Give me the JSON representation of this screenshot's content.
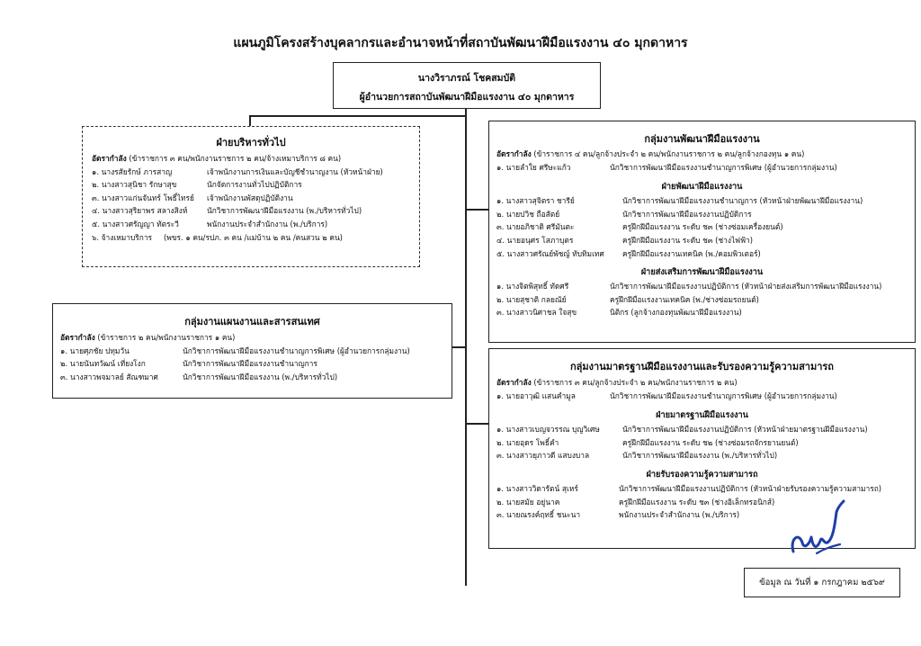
{
  "title": "แผนภูมิโครงสร้างบุคลากรและอำนาจหน้าที่สถาบันพัฒนาฝีมือแรงงาน ๔๐ มุกดาหาร",
  "director": {
    "name": "นางวิราภรณ์  โชคสมบัติ",
    "position": "ผู้อำนวยการสถาบันพัฒนาฝีมือแรงงาน ๔๐ มุกดาหาร"
  },
  "admin": {
    "head": "ฝ่ายบริหารทั่วไป",
    "strength_label": "อัตรากำลัง",
    "strength": "(ข้าราชการ ๓ คน/พนักงานราชการ ๒ คน/จ้างเหมาบริการ ๘ คน)",
    "members": [
      {
        "name": "๑. นางรสัยรักษ์  ภารสาญ",
        "pos": "เจ้าพนักงานการเงินและบัญชีชำนาญงาน (หัวหน้าฝ่าย)"
      },
      {
        "name": "๒. นางสาวสุนิชา  รักษาสุข",
        "pos": "นักจัดการงานทั่วไปปฏิบัติการ"
      },
      {
        "name": "๓. นางสาวแก่นจันทร์  โพธิ์ไทรย์",
        "pos": "เจ้าพนักงานพัสดุปฏิบัติงาน"
      },
      {
        "name": "๔. นางสาวสุริยาพร  สลางสิงห์",
        "pos": "นักวิชาการพัฒนาฝีมือแรงงาน (พ./บริหารทั่วไป)"
      },
      {
        "name": "๕. นางสาวศรัญญา  ทัตระวี",
        "pos": "พนักงานประจำสำนักงาน (พ./บริการ)"
      },
      {
        "name": "๖. จ้างเหมาบริการ",
        "pos": "(พขร. ๑ คน/รปภ. ๓ คน /แม่บ้าน ๒ คน /คนสวน ๒ คน)"
      }
    ]
  },
  "plan": {
    "head": "กลุ่มงานแผนงานและสารสนเทศ",
    "strength_label": "อัตรากำลัง",
    "strength": "(ข้าราชการ ๒ คน/พนักงานราชการ ๑ คน)",
    "members": [
      {
        "name": "๑. นายศุภชัย  ปทุมวัน",
        "pos": "นักวิชาการพัฒนาฝีมือแรงงานชำนาญการพิเศษ (ผู้อำนวยการกลุ่มงาน)"
      },
      {
        "name": "๒. นายนันทวัฒน์  เที่ยงโงก",
        "pos": "นักวิชาการพัฒนาฝีมือแรงงานชำนาญการ"
      },
      {
        "name": "๓. นางสาวพจมาลย์  สัณฑมาศ",
        "pos": "นักวิชาการพัฒนาฝีมือแรงงาน (พ./บริหารทั่วไป)"
      }
    ]
  },
  "dev": {
    "head": "กลุ่มงานพัฒนาฝีมือแรงงาน",
    "strength_label": "อัตรากำลัง",
    "strength": "(ข้าราชการ ๔ คน/ลูกจ้างประจำ ๒ คน/พนักงานราชการ ๒ คน/ลูกจ้างกองทุน ๑ คน)",
    "lead": {
      "name": "๑. นายลำใย  ศรีษะแก้ว",
      "pos": "นักวิชาการพัฒนาฝีมือแรงงานชำนาญการพิเศษ (ผู้อำนวยการกลุ่มงาน)"
    },
    "sub1": "ฝ่ายพัฒนาฝีมือแรงงาน",
    "sub1_members": [
      {
        "name": "๑. นางสาวสุจิตรา  ชารีย์",
        "pos": "นักวิชาการพัฒนาฝีมือแรงงานชำนาญการ (หัวหน้าฝ่ายพัฒนาฝีมือแรงงาน)"
      },
      {
        "name": "๒. นายปวิช  ถือสัตย์",
        "pos": "นักวิชาการพัฒนาฝีมือแรงงานปฏิบัติการ"
      },
      {
        "name": "๓. นายอภิชาติ  ศรีมันตะ",
        "pos": "ครูฝึกฝีมือแรงงาน ระดับ ช๓ (ช่างซ่อมเครื่องยนต์)"
      },
      {
        "name": "๔. นายอนุศร  โสภาบุตร",
        "pos": "ครูฝึกฝีมือแรงงาน ระดับ ช๓ (ช่างไฟฟ้า)"
      },
      {
        "name": "๕. นางสาวศรัณย์พัชญ์  ทับทิมเทศ",
        "pos": "ครูฝึกฝีมือแรงงานเทคนิค (พ./คอมพิวเตอร์)"
      }
    ],
    "sub2": "ฝ่ายส่งเสริมการพัฒนาฝีมือแรงงาน",
    "sub2_members": [
      {
        "name": "๑. นางจิตพิสุทธิ์  ทัดศรี",
        "pos": "นักวิชาการพัฒนาฝีมือแรงงานปฏิบัติการ (หัวหน้าฝ่ายส่งเสริมการพัฒนาฝีมือแรงงาน)"
      },
      {
        "name": "๒. นายสุชาติ  กลยณัย์",
        "pos": "ครูฝึกฝีมือแรงงานเทคนิค (พ./ช่างซ่อมรถยนต์)"
      },
      {
        "name": "๓. นางสาวนิศาชล  ใจสุข",
        "pos": "นิติกร (ลูกจ้างกองทุนพัฒนาฝีมือแรงงาน)"
      }
    ]
  },
  "std": {
    "head": "กลุ่มงานมาตรฐานฝีมือแรงงานและรับรองความรู้ความสามารถ",
    "strength_label": "อัตรากำลัง",
    "strength": "(ข้าราชการ ๓ คน/ลูกจ้างประจำ ๒ คน/พนักงานราชการ ๒ คน)",
    "lead": {
      "name": "๑. นายอาวุฒิ  แสนคำมูล",
      "pos": "นักวิชาการพัฒนาฝีมือแรงงานชำนาญการพิเศษ (ผู้อำนวยการกลุ่มงาน)"
    },
    "sub1": "ฝ่ายมาตรฐานฝีมือแรงงาน",
    "sub1_members": [
      {
        "name": "๑. นางสาวเบญจวรรณ  บุญวิเศษ",
        "pos": "นักวิชาการพัฒนาฝีมือแรงงานปฏิบัติการ (หัวหน้าฝ่ายมาตรฐานฝีมือแรงงาน)"
      },
      {
        "name": "๒. นายอุดร  โพธิ์คำ",
        "pos": "ครูฝึกฝีมือแรงงาน ระดับ ช๒ (ช่างซ่อมรถจักรยานยนต์)"
      },
      {
        "name": "๓. นางสาวยุภาวดี  แสบงบาล",
        "pos": "นักวิชาการพัฒนาฝีมือแรงงาน (พ./บริหารทั่วไป)"
      }
    ],
    "sub2": "ฝ่ายรับรองความรู้ความสามารถ",
    "sub2_members": [
      {
        "name": "๑. นางสาววิดารัตน์  สุเหร์",
        "pos": "นักวิชาการพัฒนาฝีมือแรงงานปฏิบัติการ (หัวหน้าฝ่ายรับรองความรู้ความสามารถ)"
      },
      {
        "name": "๒. นายสมัย  อยู่นาค",
        "pos": "ครูฝึกฝีมือแรงงาน ระดับ ช๓ (ช่างอิเล็กทรอนิกส์)"
      },
      {
        "name": "๓. นายณรงค์ฤทธิ์  ชนะนา",
        "pos": "พนักงานประจำสำนักงาน (พ./บริการ)"
      }
    ]
  },
  "footer": {
    "date": "ข้อมูล ณ วันที่ ๑ กรกฎาคม ๒๕๖๙"
  }
}
